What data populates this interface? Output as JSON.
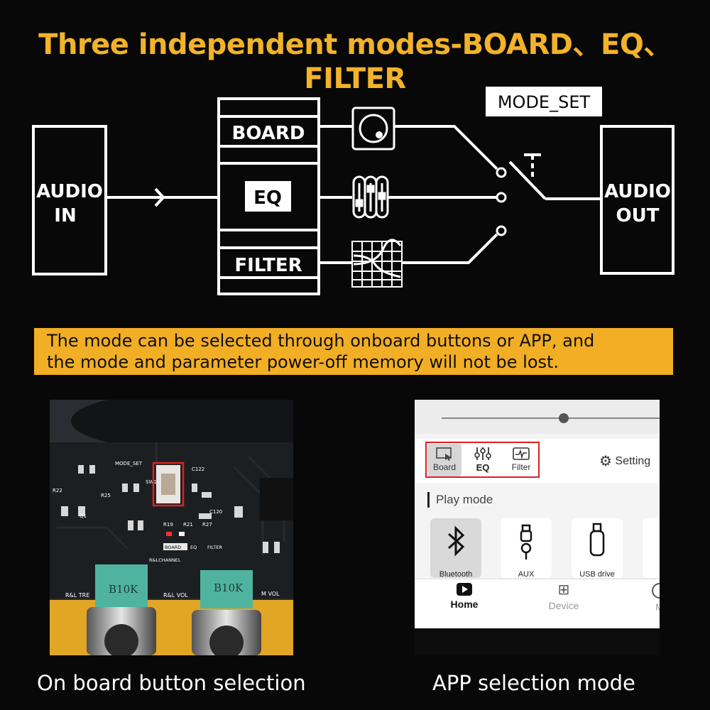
{
  "title": "Three independent modes-BOARD、EQ、FILTER",
  "diagram": {
    "audio_in": [
      "AUDIO",
      "IN"
    ],
    "audio_out": [
      "AUDIO",
      "OUT"
    ],
    "modes": [
      "BOARD",
      "EQ",
      "FILTER"
    ],
    "mode_set": "MODE_SET"
  },
  "banner": {
    "line1": "The mode can be selected through onboard buttons or APP, and",
    "line2": "the mode and parameter power-off memory will not be lost."
  },
  "board_photo": {
    "mode_set": "MODE_SET",
    "pot_left": "B10K",
    "pot_right": "B10K",
    "channel": "R&LCHANNEL",
    "button_labels": [
      "BOARD",
      "EQ",
      "FILTER"
    ],
    "bottom_labels": [
      "R&L TRE",
      "R&L VOL",
      "M VOL"
    ],
    "parts": [
      "R22",
      "R25",
      "R21",
      "R27",
      "R19",
      "C122",
      "C120",
      "Q1",
      "SW1"
    ]
  },
  "app": {
    "mode_tabs": [
      "Board",
      "EQ",
      "Filter"
    ],
    "settings": "Setting",
    "play_mode": "Play mode",
    "sources": [
      "Bluetooth",
      "AUX",
      "USB drive"
    ],
    "nav": [
      "Home",
      "Device",
      "M"
    ]
  },
  "captions": {
    "left": "On board button selection",
    "right": "APP selection mode"
  }
}
